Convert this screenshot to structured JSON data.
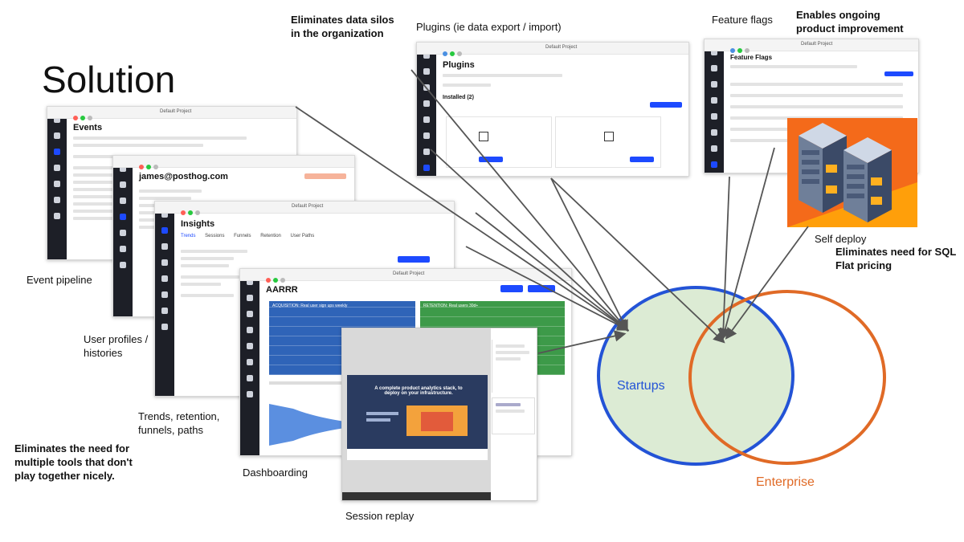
{
  "title": "Solution",
  "labels": {
    "event_pipeline": "Event pipeline",
    "user_profiles": "User profiles / histories",
    "trends": "Trends, retention, funnels, paths",
    "eliminates_tools": "Eliminates the need for multiple tools that don't play together nicely.",
    "dashboarding": "Dashboarding",
    "session_replay": "Session replay",
    "data_silos": "Eliminates data silos in the organization",
    "plugins": "Plugins (ie data export / import)",
    "feature_flags": "Feature flags",
    "ongoing_improvement": "Enables ongoing product  improvement",
    "self_deploy": "Self deploy",
    "eliminates_sql": "Eliminates need for SQL",
    "flat_pricing": "Flat pricing",
    "startups": "Startups",
    "enterprise": "Enterprise"
  },
  "screens": {
    "events": {
      "heading": "Events"
    },
    "person": {
      "heading": "james@posthog.com"
    },
    "insights": {
      "heading": "Insights",
      "tabs": [
        "Trends",
        "Sessions",
        "Funnels",
        "Retention",
        "User Paths"
      ]
    },
    "aarrr": {
      "heading": "AARRR",
      "panel_a": "ACQUISITION: Real user sign ups weekly",
      "panel_b": "RETENTION: Real users 30d+"
    },
    "plugins": {
      "heading": "Plugins",
      "installed": "Installed (2)"
    },
    "flags": {
      "heading": "Feature Flags"
    },
    "replay": {
      "headline": "A complete product analytics stack, to deploy on your infrastructure."
    },
    "project": "Default Project"
  },
  "colors": {
    "startups_stroke": "#2353d6",
    "startups_fill": "#dcebd4",
    "enterprise_stroke": "#e06a26",
    "arrow": "#555555"
  }
}
